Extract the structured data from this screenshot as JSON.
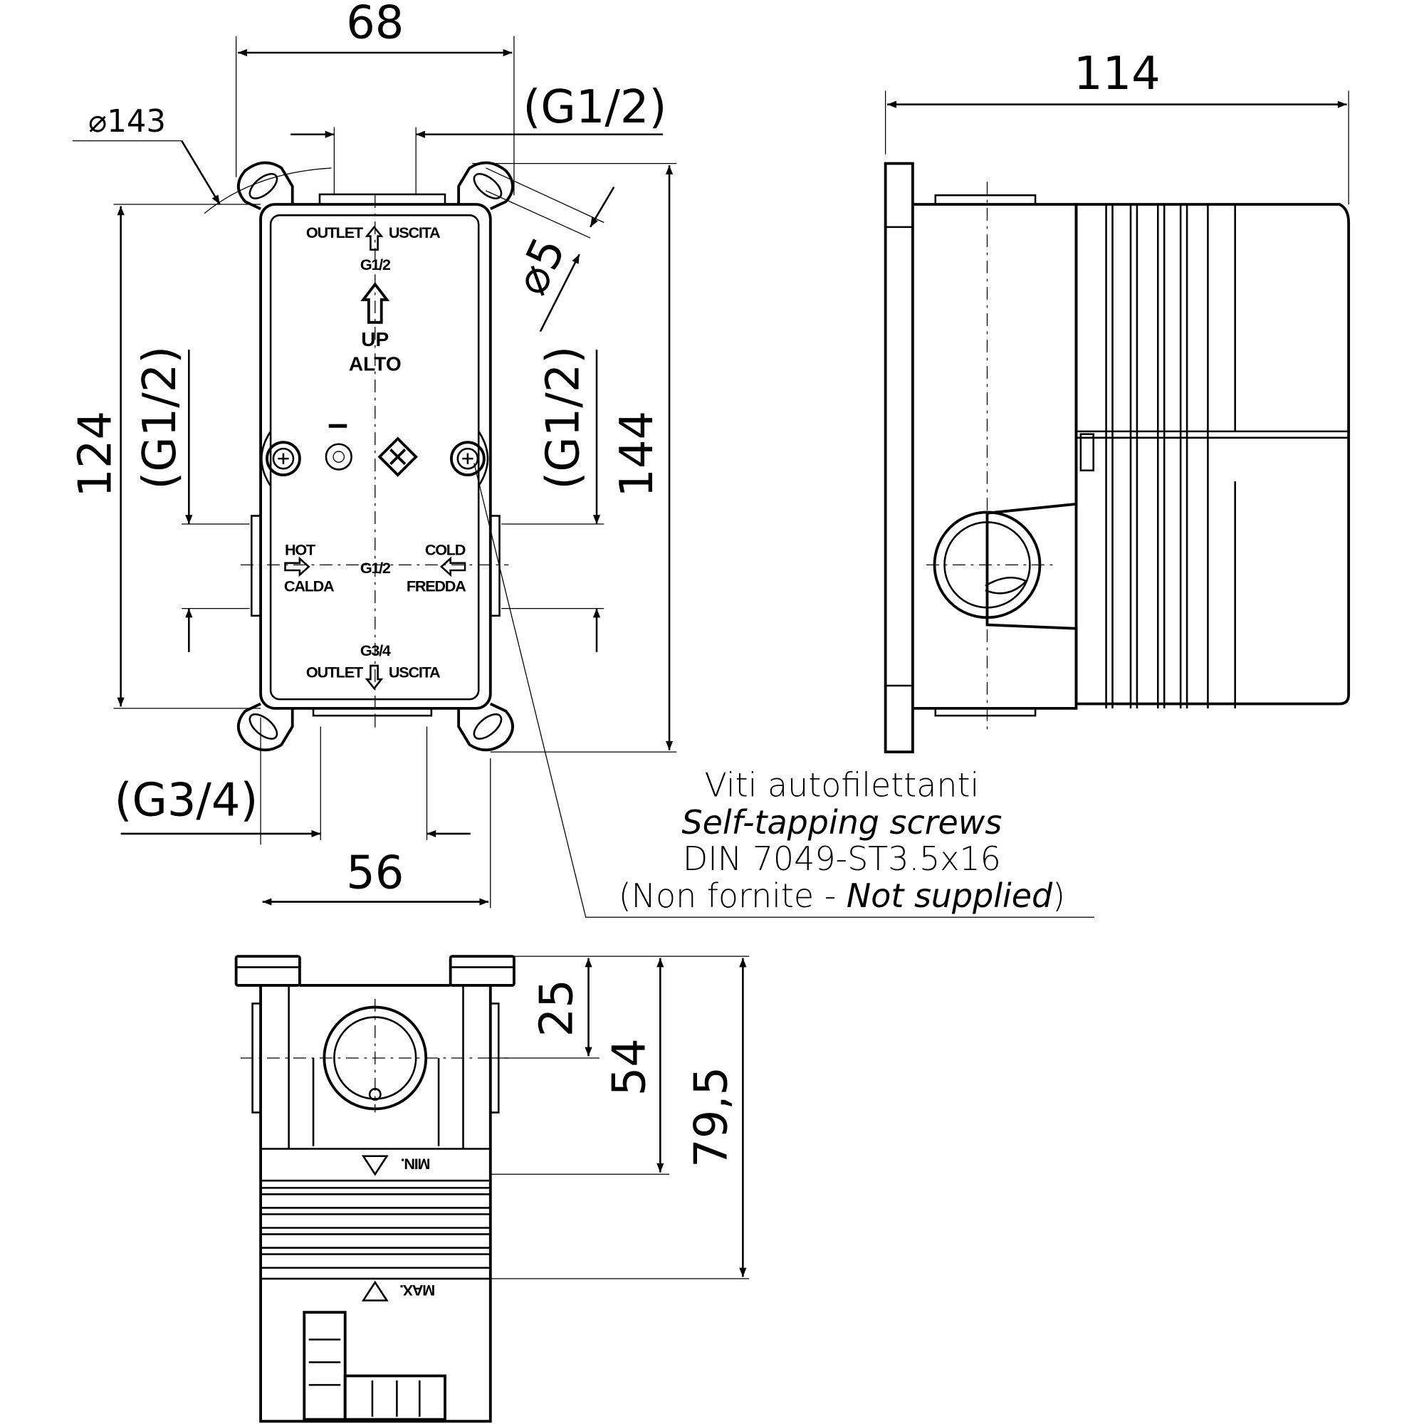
{
  "front_view": {
    "dim_width_top": "68",
    "dim_top_thread": "(G1/2)",
    "dim_diameter": "143",
    "dim_height_inner": "124",
    "dim_left_thread": "(G1/2)",
    "dim_right_thread": "(G1/2)",
    "dim_height_total": "144",
    "dim_screw_hole": "5",
    "dim_bottom_thread": "(G3/4)",
    "dim_width_bottom": "56",
    "labels": {
      "outlet_top": "OUTLET",
      "uscita_top": "USCITA",
      "thread_top": "G1/2",
      "up": "UP",
      "alto": "ALTO",
      "hot": "HOT",
      "calda": "CALDA",
      "thread_mid": "G1/2",
      "cold": "COLD",
      "fredda": "FREDDA",
      "thread_bottom": "G3/4",
      "outlet_bottom": "OUTLET",
      "uscita_bottom": "USCITA"
    }
  },
  "screw_note": {
    "line1": "Viti autofilettanti",
    "line2": "Self-tapping screws",
    "line3": "DIN 7049-ST3.5x16",
    "line4_regular": "(Non fornite - ",
    "line4_italic": "Not supplied",
    "line4_end": ")"
  },
  "side_view": {
    "dim_depth": "114"
  },
  "bottom_view": {
    "dim_a": "25",
    "dim_b": "54",
    "dim_c": "79,5",
    "min_label": "MIN.",
    "max_label": "MAX."
  }
}
